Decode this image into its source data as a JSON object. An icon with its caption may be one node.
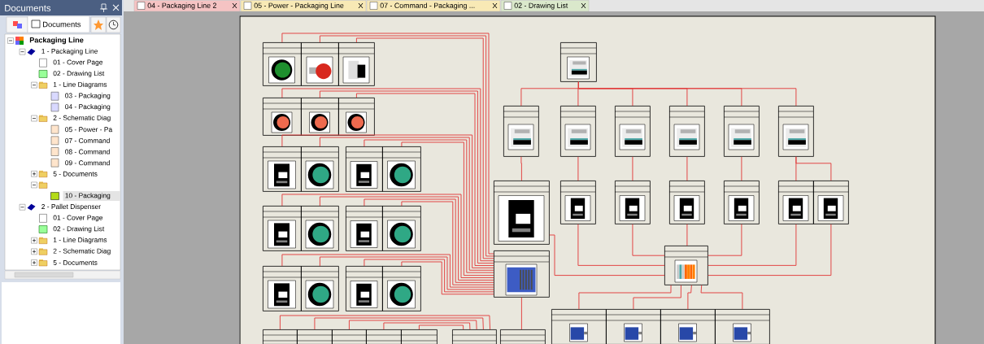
{
  "diagram": {
    "nodes": [
      {
        "text": [],
        "shape": "box"
      },
      {
        "text": [],
        "shape": "box"
      },
      {
        "text": [],
        "shape": "box"
      },
      {
        "text": [],
        "shape": "box"
      },
      {
        "text": [],
        "shape": "box"
      },
      {
        "text": [],
        "shape": "box"
      },
      {
        "text": [],
        "shape": "box"
      },
      {
        "text": [],
        "shape": "box"
      },
      {
        "text": [],
        "shape": "box"
      },
      {
        "text": [],
        "shape": "box"
      },
      {
        "text": [],
        "shape": "box"
      },
      {
        "text": [],
        "shape": "box"
      },
      {
        "text": [],
        "shape": "box"
      },
      {
        "text": [],
        "shape": "box"
      },
      {
        "text": [],
        "shape": "box"
      },
      {
        "text": [],
        "shape": "box"
      },
      {
        "text": [],
        "shape": "box"
      },
      {
        "text": [],
        "shape": "box"
      },
      {
        "text": [],
        "shape": "box"
      },
      {
        "text": [],
        "shape": "box"
      },
      {
        "text": [],
        "shape": "box"
      },
      {
        "text": [],
        "shape": "box"
      },
      {
        "text": [],
        "shape": "box"
      },
      {
        "text": [],
        "shape": "box"
      },
      {
        "text": [],
        "shape": "box"
      },
      {
        "text": [],
        "shape": "box"
      },
      {
        "text": [],
        "shape": "box"
      },
      {
        "text": [],
        "shape": "box"
      },
      {
        "text": [],
        "shape": "box"
      },
      {
        "text": [],
        "shape": "box"
      },
      {
        "text": [],
        "shape": "box"
      },
      {
        "text": [],
        "shape": "box"
      },
      {
        "text": [],
        "shape": "box"
      },
      {
        "text": [],
        "shape": "box"
      },
      {
        "text": [],
        "shape": "box"
      },
      {
        "text": [],
        "shape": "box"
      },
      {
        "text": [],
        "shape": "box"
      },
      {
        "text": [],
        "shape": "box"
      },
      {
        "text": [],
        "shape": "box"
      },
      {
        "text": [],
        "shape": "box"
      },
      {
        "text": [],
        "shape": "box"
      },
      {
        "text": [],
        "shape": "box"
      },
      {
        "text": [],
        "shape": "box"
      },
      {
        "text": [],
        "shape": "box"
      },
      {
        "text": [],
        "shape": "box"
      }
    ],
    "edges": [
      {
        "from": 0,
        "to": 28,
        "arrow": "none"
      },
      {
        "from": 1,
        "to": 28,
        "arrow": "none"
      },
      {
        "from": 2,
        "to": 28,
        "arrow": "none"
      },
      {
        "from": 4,
        "to": 28,
        "arrow": "none"
      },
      {
        "from": 5,
        "to": 28,
        "arrow": "none"
      },
      {
        "from": 6,
        "to": 28,
        "arrow": "none"
      },
      {
        "from": 13,
        "to": 28,
        "arrow": "none"
      },
      {
        "from": 14,
        "to": 28,
        "arrow": "none"
      },
      {
        "from": 15,
        "to": 28,
        "arrow": "none"
      },
      {
        "from": 16,
        "to": 28,
        "arrow": "none"
      },
      {
        "from": 24,
        "to": 28,
        "arrow": "none"
      },
      {
        "from": 25,
        "to": 28,
        "arrow": "none"
      },
      {
        "from": 26,
        "to": 28,
        "arrow": "none"
      },
      {
        "from": 27,
        "to": 28,
        "arrow": "none"
      },
      {
        "from": 30,
        "to": 28,
        "arrow": "none"
      },
      {
        "from": 31,
        "to": 28,
        "arrow": "none"
      },
      {
        "from": 32,
        "to": 28,
        "arrow": "none"
      },
      {
        "from": 33,
        "to": 28,
        "arrow": "none"
      },
      {
        "from": 38,
        "to": 43,
        "arrow": "none"
      },
      {
        "from": 39,
        "to": 43,
        "arrow": "none"
      },
      {
        "from": 40,
        "to": 43,
        "arrow": "none"
      },
      {
        "from": 41,
        "to": 43,
        "arrow": "none"
      },
      {
        "from": 42,
        "to": 43,
        "arrow": "none"
      },
      {
        "from": 28,
        "to": 44,
        "arrow": "none"
      },
      {
        "from": 3,
        "to": 7,
        "arrow": "none"
      },
      {
        "from": 3,
        "to": 8,
        "arrow": "none"
      },
      {
        "from": 3,
        "to": 9,
        "arrow": "none"
      },
      {
        "from": 3,
        "to": 10,
        "arrow": "none"
      },
      {
        "from": 3,
        "to": 11,
        "arrow": "none"
      },
      {
        "from": 3,
        "to": 12,
        "arrow": "none"
      },
      {
        "from": 7,
        "to": 17,
        "arrow": "none"
      },
      {
        "from": 8,
        "to": 18,
        "arrow": "none"
      },
      {
        "from": 9,
        "to": 19,
        "arrow": "none"
      },
      {
        "from": 10,
        "to": 20,
        "arrow": "none"
      },
      {
        "from": 11,
        "to": 21,
        "arrow": "none"
      },
      {
        "from": 12,
        "to": 22,
        "arrow": "none"
      },
      {
        "from": 12,
        "to": 23,
        "arrow": "none"
      },
      {
        "from": 17,
        "to": 29,
        "arrow": "none"
      },
      {
        "from": 18,
        "to": 29,
        "arrow": "none"
      },
      {
        "from": 19,
        "to": 29,
        "arrow": "none"
      },
      {
        "from": 20,
        "to": 29,
        "arrow": "none"
      },
      {
        "from": 21,
        "to": 29,
        "arrow": "none"
      },
      {
        "from": 22,
        "to": 29,
        "arrow": "none"
      },
      {
        "from": 23,
        "to": 29,
        "arrow": "none"
      },
      {
        "from": 29,
        "to": 34,
        "arrow": "none"
      },
      {
        "from": 29,
        "to": 35,
        "arrow": "none"
      },
      {
        "from": 29,
        "to": 36,
        "arrow": "none"
      },
      {
        "from": 29,
        "to": 37,
        "arrow": "none"
      }
    ],
    "labels": [
      "Documents",
      "Documents",
      "Packaging Line",
      "1 - Packaging Line",
      "01 - Cover Page",
      "02 - Drawing List",
      "1 - Line Diagrams",
      "03 - Packaging",
      "04 - Packaging",
      "2 - Schematic Diag",
      "05 - Power - Pa",
      "07 - Command",
      "08 - Command",
      "09 - Command",
      "5 - Documents",
      "10 - Packaging",
      "2 - Pallet Dispenser",
      "01 - Cover Page",
      "02 - Drawing List",
      "1 - Line Diagrams",
      "2 - Schematic Diag",
      "5 - Documents",
      "04 - Packaging Line 2",
      "05 - Power - Packaging Line",
      "07 - Command - Packaging ...",
      "02 - Drawing List"
    ]
  }
}
